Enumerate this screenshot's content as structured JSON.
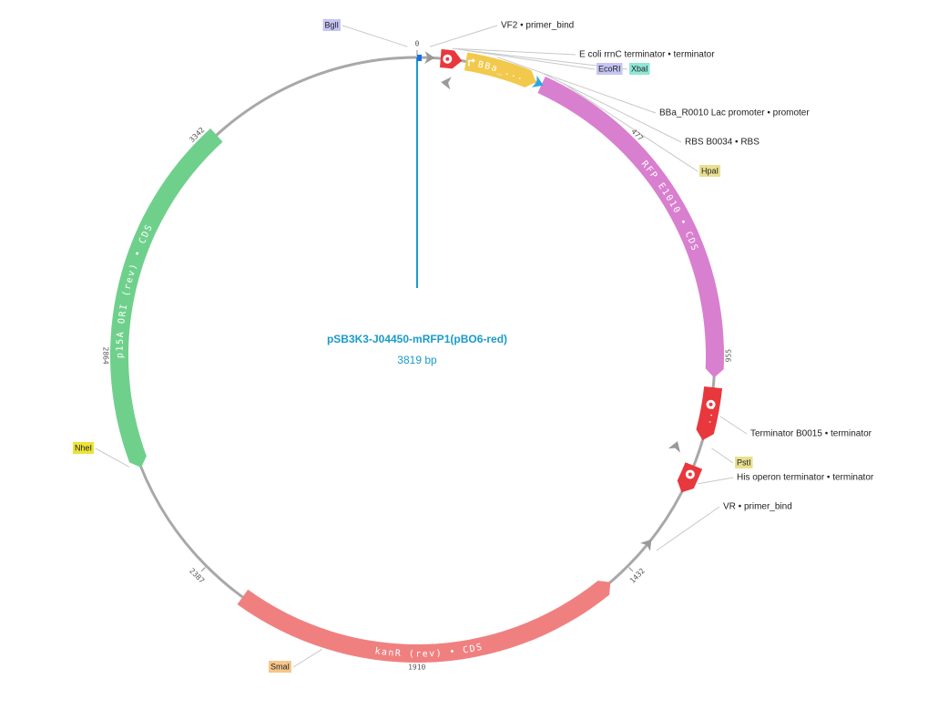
{
  "plasmid": {
    "name": "pSB3K3-J04450-mRFP1(pBO6-red)",
    "size_label": "3819 bp",
    "length": 3819,
    "title_color": "#1a9bc9",
    "backbone_color": "#a8a8a8",
    "cursor_color": "#1a9bc9"
  },
  "ticks": [
    {
      "bp": 0,
      "label": "0"
    },
    {
      "bp": 477,
      "label": "477"
    },
    {
      "bp": 955,
      "label": "955"
    },
    {
      "bp": 1432,
      "label": "1432"
    },
    {
      "bp": 1910,
      "label": "1910"
    },
    {
      "bp": 2387,
      "label": "2387"
    },
    {
      "bp": 2864,
      "label": "2864"
    },
    {
      "bp": 3342,
      "label": "3342"
    }
  ],
  "features": [
    {
      "id": "bba-r0010",
      "name": "BBa_...",
      "label": "BBa_...",
      "start": 100,
      "end": 250,
      "direction": 1,
      "color": "#f2c94c",
      "promoter_glyph": true
    },
    {
      "id": "rfp-e1010",
      "name": "RFP E1010 • CDS",
      "label": "RFP E1010 • CDS",
      "start": 262,
      "end": 1000,
      "direction": 1,
      "color": "#d97fcf"
    },
    {
      "id": "terminator-b0015",
      "name": "Terminator B0015",
      "label": "...",
      "start": 1020,
      "end": 1130,
      "direction": 1,
      "color": "#e8383d",
      "terminator_glyph": true
    },
    {
      "id": "his-terminator",
      "name": "His operon terminator",
      "label": "",
      "start": 1185,
      "end": 1245,
      "direction": 1,
      "color": "#e8383d",
      "terminator_glyph": true
    },
    {
      "id": "rrnc-terminator",
      "name": "E coli rrnC terminator",
      "label": "",
      "start": 48,
      "end": 92,
      "direction": 1,
      "color": "#e8383d",
      "terminator_glyph": true
    },
    {
      "id": "kanr",
      "name": "kanR (rev) • CDS",
      "label": "kanR (rev) • CDS",
      "start": 1480,
      "end": 2290,
      "direction": -1,
      "color": "#f08080"
    },
    {
      "id": "p15a-ori",
      "name": "p15A ORI (rev) • CDS",
      "label": "p15A ORI (rev) • CDS",
      "start": 2630,
      "end": 3370,
      "direction": -1,
      "color": "#6fd08c"
    }
  ],
  "small_marks": [
    {
      "id": "vf2-mark",
      "bp": 25,
      "color": "#999999",
      "dir": 1
    },
    {
      "id": "rrnc-rev-mark",
      "bp": 65,
      "color": "#999999",
      "dir": -1,
      "inner": true
    },
    {
      "id": "rbs-mark",
      "bp": 255,
      "color": "#2aa8e0",
      "dir": 1
    },
    {
      "id": "his-rev-mark",
      "bp": 1160,
      "color": "#999999",
      "dir": -1,
      "inner": true
    },
    {
      "id": "vr-mark",
      "bp": 1370,
      "color": "#999999",
      "dir": -1
    }
  ],
  "annotations": [
    {
      "id": "vf2",
      "text": "VF2 • primer_bind",
      "bp": 25
    },
    {
      "id": "rrnc",
      "text": "E coli rrnC terminator • terminator",
      "bp": 70
    },
    {
      "id": "ecori",
      "text": "EcoRI",
      "bp": 80,
      "chip": "#c5c5f5"
    },
    {
      "id": "xbai",
      "text": "XbaI",
      "bp": 95,
      "chip": "#8ee8d5"
    },
    {
      "id": "bba-promoter",
      "text": "BBa_R0010 Lac promoter • promoter",
      "bp": 160
    },
    {
      "id": "rbs",
      "text": "RBS B0034 • RBS",
      "bp": 255
    },
    {
      "id": "hpai",
      "text": "HpaI",
      "bp": 300,
      "chip": "#e8e090"
    },
    {
      "id": "term-b0015",
      "text": "Terminator B0015 • terminator",
      "bp": 1075
    },
    {
      "id": "psti",
      "text": "PstI",
      "bp": 1140,
      "chip": "#e8e090"
    },
    {
      "id": "his-term",
      "text": "His operon terminator • terminator",
      "bp": 1215
    },
    {
      "id": "vr",
      "text": "VR • primer_bind",
      "bp": 1370
    },
    {
      "id": "smai",
      "text": "SmaI",
      "bp": 2100,
      "chip": "#f7c68a"
    },
    {
      "id": "nhei",
      "text": "NheI",
      "bp": 2640,
      "chip": "#ece33a"
    },
    {
      "id": "bgli",
      "text": "BglI",
      "bp": 3800,
      "chip": "#c5c5f5"
    }
  ]
}
